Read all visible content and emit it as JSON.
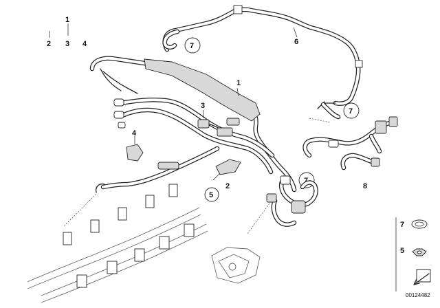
{
  "callouts": {
    "top_left": {
      "n1": "1",
      "n2": "2",
      "n3": "3",
      "n4": "4"
    },
    "rail": "1",
    "sensor": "3",
    "bracket": "4",
    "clip": "2",
    "return_line": "6",
    "tank_hose": "8"
  },
  "circled": {
    "hose_top": "7",
    "hose_right": "7",
    "hose_center": "7",
    "nut": "5"
  },
  "legend": {
    "clamp_num": "7",
    "nut_num": "5"
  },
  "diagram_id": "00124482"
}
